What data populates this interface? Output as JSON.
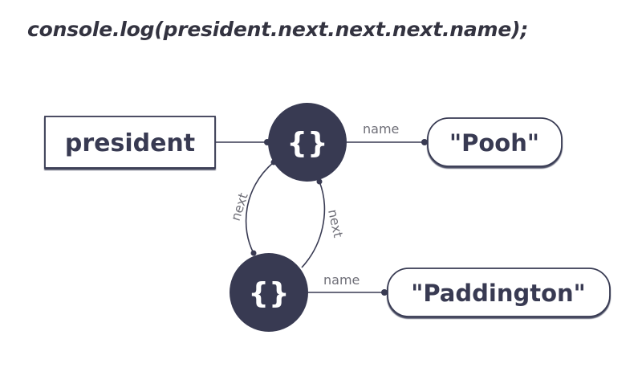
{
  "code": {
    "text": "console.log(president.next.next.next.name);"
  },
  "diagram": {
    "variable": {
      "label": "president"
    },
    "objects": [
      {
        "icon": "object-braces-icon",
        "symbol": "{}"
      },
      {
        "icon": "object-braces-icon",
        "symbol": "{}"
      }
    ],
    "edges": {
      "name_top": "name",
      "name_bottom": "name",
      "next_left": "next",
      "next_right": "next"
    },
    "values": {
      "pooh": "\"Pooh\"",
      "paddington": "\"Paddington\""
    }
  },
  "colors": {
    "node_fill": "#383a52",
    "text_dark": "#383a52",
    "edge_label": "#6f6f78",
    "line": "#383a52",
    "box_border": "#383a52"
  }
}
